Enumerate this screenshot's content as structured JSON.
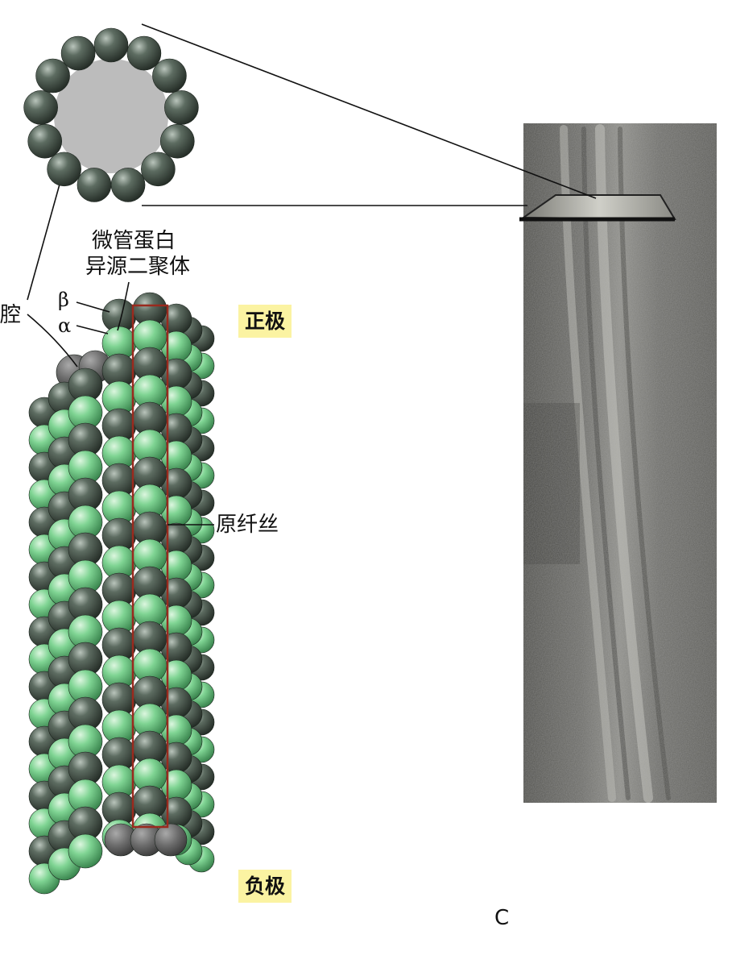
{
  "labels": {
    "lumen": "腔",
    "beta": "β",
    "alpha": "α",
    "heterodimer_line1": "微管蛋白",
    "heterodimer_line2": "异源二聚体",
    "plus_end": "正极",
    "minus_end": "负极",
    "protofilament": "原纤丝",
    "panel": "C"
  },
  "colors": {
    "beta_subunit": "#3c4a40",
    "alpha_subunit": "#6cc483",
    "lumen": "#bcbcbc",
    "protofilament_box": "#9a2a1e",
    "badge": "#fbf3a2"
  },
  "ring": {
    "subunit_count": 13
  },
  "protofilament_rows": 19
}
